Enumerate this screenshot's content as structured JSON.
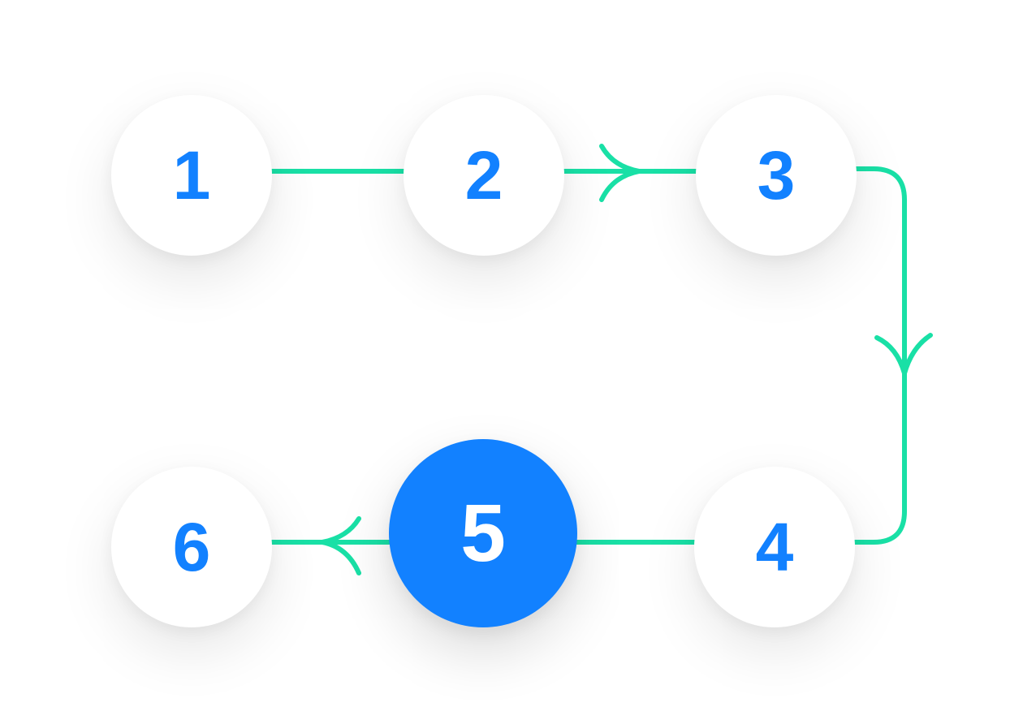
{
  "colors": {
    "primary": "#1281ff",
    "connector": "#19e0a6",
    "node_background": "#ffffff",
    "active_text": "#ffffff"
  },
  "steps": [
    {
      "label": "1",
      "state": "default"
    },
    {
      "label": "2",
      "state": "default"
    },
    {
      "label": "3",
      "state": "default"
    },
    {
      "label": "4",
      "state": "default"
    },
    {
      "label": "5",
      "state": "active"
    },
    {
      "label": "6",
      "state": "default"
    }
  ]
}
